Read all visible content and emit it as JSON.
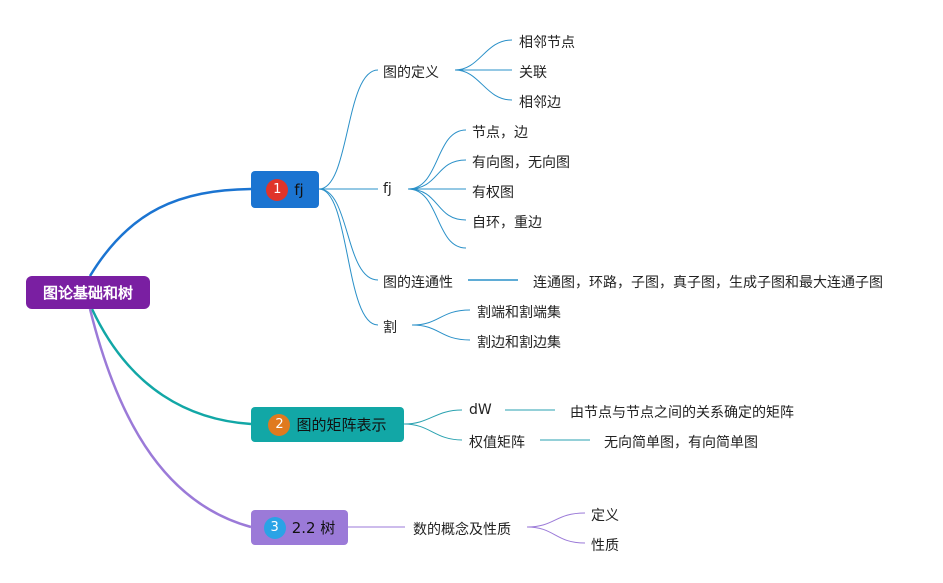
{
  "root": {
    "label": "图论基础和树"
  },
  "branch1": {
    "badge": "1",
    "label": "fj",
    "children": [
      {
        "label": "图的定义",
        "leaves": [
          "相邻节点",
          "关联",
          "相邻边"
        ]
      },
      {
        "label": "fj",
        "leaves": [
          "节点，边",
          "有向图，无向图",
          "有权图",
          "自环，重边",
          ""
        ]
      },
      {
        "label": "图的连通性",
        "leaves": [
          "连通图，环路，子图，真子图，生成子图和最大连通子图"
        ]
      },
      {
        "label": "割",
        "leaves": [
          "割端和割端集",
          "割边和割边集"
        ]
      }
    ]
  },
  "branch2": {
    "badge": "2",
    "label": "图的矩阵表示",
    "children": [
      {
        "label": "dW",
        "leaves": [
          "由节点与节点之间的关系确定的矩阵"
        ]
      },
      {
        "label": "权值矩阵",
        "leaves": [
          "无向简单图，有向简单图"
        ]
      }
    ]
  },
  "branch3": {
    "badge": "3",
    "label": "2.2 树",
    "children": [
      {
        "label": "数的概念及性质",
        "leaves": [
          "定义",
          "性质"
        ]
      }
    ]
  },
  "colors": {
    "root": "#7a1fa2",
    "branch1": "#1b74d1",
    "branch2": "#12a7a6",
    "branch3": "#9b7ad8",
    "badge1": "#e0342a",
    "badge2": "#e07a1f",
    "badge3": "#2aa3e6"
  }
}
